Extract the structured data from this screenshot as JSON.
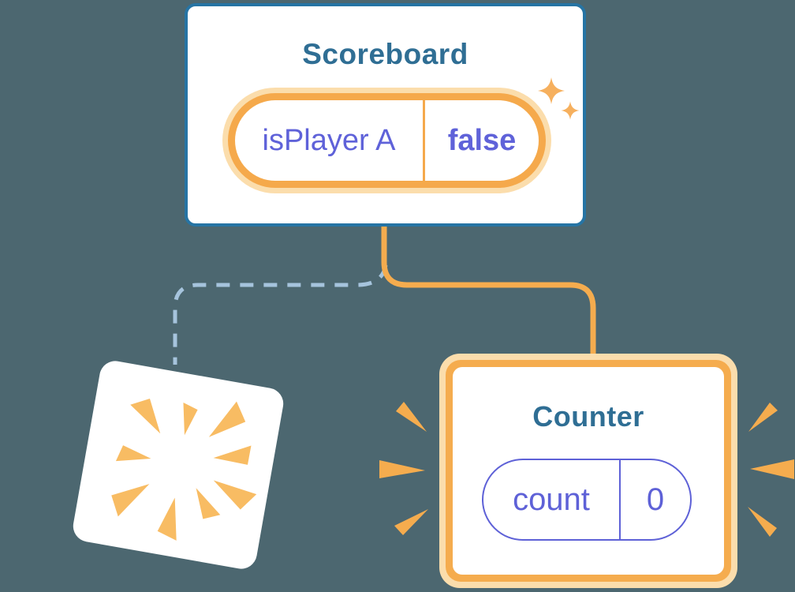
{
  "canvas": {
    "background": "#4C6770"
  },
  "colors": {
    "background": "#4C6770",
    "card_border_blue": "#2674A4",
    "title_blue": "#2F6E94",
    "orange": "#F5AC4E",
    "orange_ring": "#F5A94B",
    "orange_halo": "#FBDDAC",
    "ray_orange": "#F8BC63",
    "state_purple": "#5E61D7",
    "dashed_line_blue": "#A6C4DD",
    "card_white": "#FFFFFF"
  },
  "scoreboard": {
    "title": "Scoreboard",
    "state_pill": {
      "name": "isPlayer A",
      "value": "false"
    }
  },
  "counter": {
    "title": "Counter",
    "state_pill": {
      "name": "count",
      "value": "0"
    }
  },
  "decorations": {
    "sparkles": "sparkle-icon",
    "poof_card": "destroyed-component-card",
    "poof_burst": "poof-burst-icon",
    "emphasis": "emphasis-marks",
    "solid_connector": "parent-child-connector",
    "dashed_connector": "removed-child-connector"
  }
}
